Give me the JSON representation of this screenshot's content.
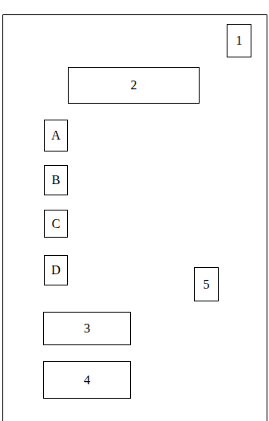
{
  "diagram": {
    "nodes": [
      {
        "text": [
          "1"
        ]
      },
      {
        "text": [
          "2"
        ]
      },
      {
        "text": [
          "A"
        ]
      },
      {
        "text": [
          "B"
        ]
      },
      {
        "text": [
          "C"
        ]
      },
      {
        "text": [
          "D"
        ]
      },
      {
        "text": [
          "5"
        ]
      },
      {
        "text": [
          "3"
        ]
      },
      {
        "text": [
          "4"
        ]
      }
    ]
  }
}
